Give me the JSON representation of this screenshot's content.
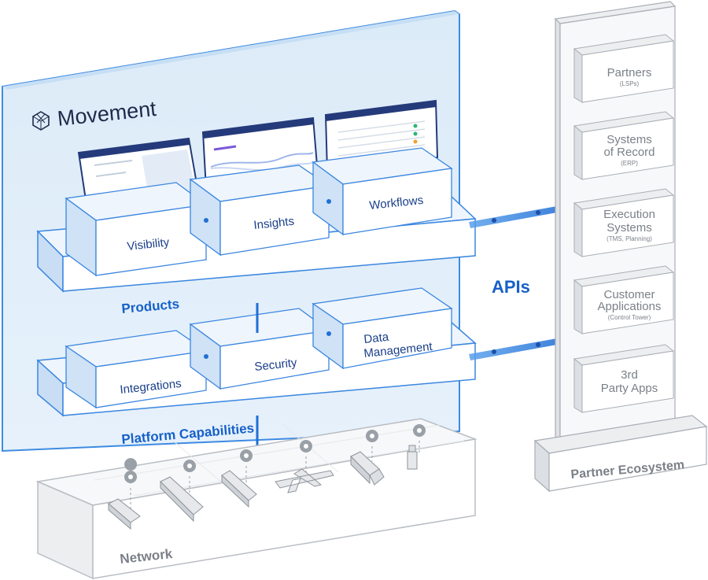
{
  "brand": {
    "name": "Movement",
    "logo_icon": "cube-logo-icon"
  },
  "products": {
    "layer_label": "Products",
    "modules": [
      "Visibility",
      "Insights",
      "Workflows"
    ]
  },
  "platform": {
    "layer_label": "Platform Capabilities",
    "modules": [
      "Integrations",
      "Security",
      "Data",
      "Management"
    ]
  },
  "apis": {
    "label": "APIs"
  },
  "network": {
    "label": "Network",
    "assets": [
      "container-icon",
      "cargo-ship-icon",
      "train-icon",
      "airplane-icon",
      "truck-icon",
      "warehouse-robot-icon"
    ]
  },
  "ecosystem": {
    "label": "Partner Ecosystem",
    "partners": [
      {
        "title_lines": [
          "Partners"
        ],
        "sub": "(LSPs)"
      },
      {
        "title_lines": [
          "Systems",
          "of Record"
        ],
        "sub": "(ERP)"
      },
      {
        "title_lines": [
          "Execution",
          "Systems"
        ],
        "sub": "(TMS, Planning)"
      },
      {
        "title_lines": [
          "Customer",
          "Applications"
        ],
        "sub": "(Control Tower)"
      },
      {
        "title_lines": [
          "3rd",
          "Party Apps"
        ],
        "sub": ""
      }
    ]
  },
  "colors": {
    "accent": "#1660c9",
    "panel": "#daeaf8",
    "box_edge": "#3a86e0",
    "gray": "#7b8088"
  }
}
